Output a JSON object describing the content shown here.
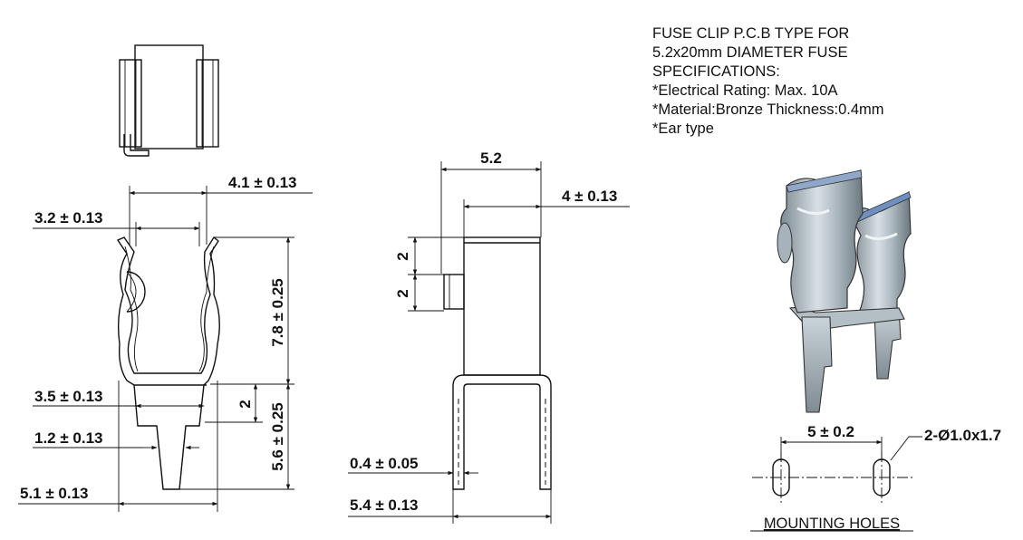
{
  "spec_lines": [
    "FUSE CLIP P.C.B TYPE FOR",
    "5.2x20mm DIAMETER FUSE",
    "SPECIFICATIONS:",
    "*Electrical Rating: Max. 10A",
    "*Material:Bronze  Thickness:0.4mm",
    "*Ear type"
  ],
  "front_view_dims": {
    "outer_top": "4.1 ± 0.13",
    "inner_top": "3.2 ± 0.13",
    "height": "7.8 ± 0.25",
    "base_width": "3.5 ± 0.13",
    "step": "2",
    "pin_width": "1.2 ± 0.13",
    "pin_height": "5.6 ± 0.25",
    "overall_width": "5.1 ± 0.13"
  },
  "side_view_dims": {
    "top_width": "5.2",
    "body_width": "4 ± 0.13",
    "ear_upper": "2",
    "ear_lower": "2",
    "thickness": "0.4 ± 0.05",
    "leg_span": "5.4 ± 0.13"
  },
  "mounting_holes": {
    "spacing": "5 ± 0.2",
    "hole_spec": "2-Ø1.0x1.7",
    "caption": "MOUNTING HOLES"
  },
  "colors": {
    "line": "#111111",
    "clip_metal": "#9aa6ad",
    "clip_highlight": "#dfe6ea",
    "clip_edge": "#6f8fc0"
  }
}
